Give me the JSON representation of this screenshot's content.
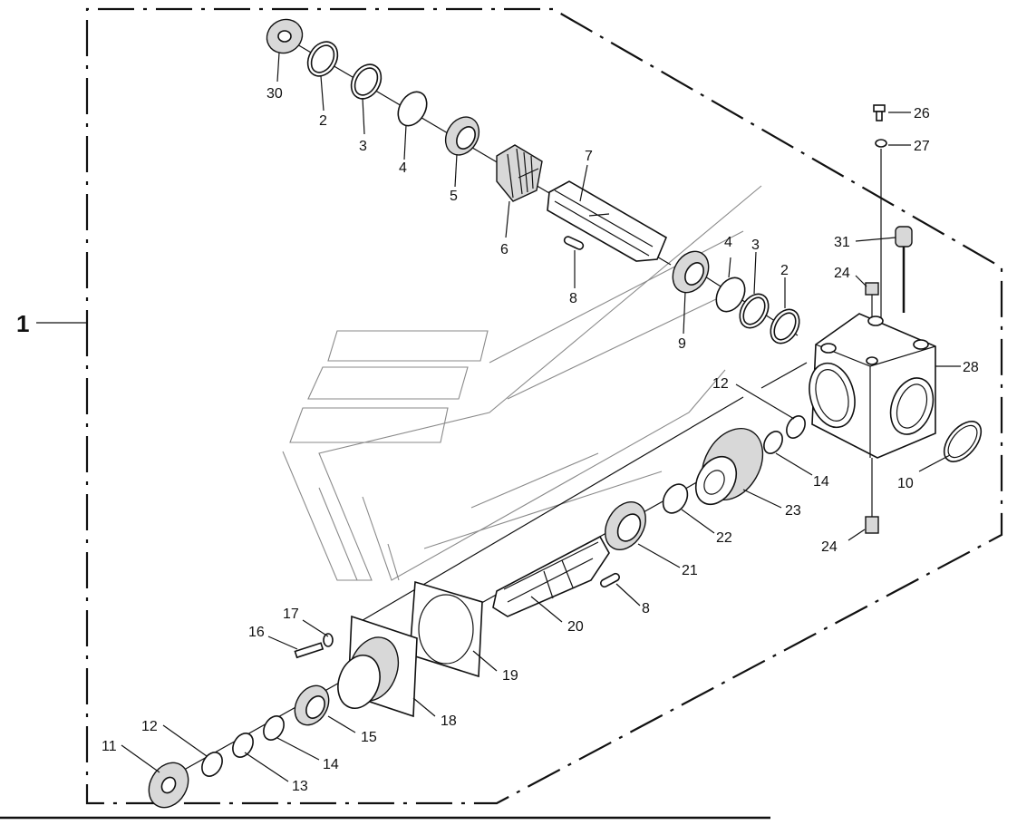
{
  "assembly": {
    "number": "1"
  },
  "callouts": [
    {
      "id": "30",
      "label": "30"
    },
    {
      "id": "2a",
      "label": "2"
    },
    {
      "id": "3a",
      "label": "3"
    },
    {
      "id": "4a",
      "label": "4"
    },
    {
      "id": "5",
      "label": "5"
    },
    {
      "id": "6",
      "label": "6"
    },
    {
      "id": "7",
      "label": "7"
    },
    {
      "id": "8a",
      "label": "8"
    },
    {
      "id": "9",
      "label": "9"
    },
    {
      "id": "4b",
      "label": "4"
    },
    {
      "id": "3b",
      "label": "3"
    },
    {
      "id": "2b",
      "label": "2"
    },
    {
      "id": "26",
      "label": "26"
    },
    {
      "id": "27",
      "label": "27"
    },
    {
      "id": "31",
      "label": "31"
    },
    {
      "id": "24a",
      "label": "24"
    },
    {
      "id": "28",
      "label": "28"
    },
    {
      "id": "12a",
      "label": "12"
    },
    {
      "id": "14a",
      "label": "14"
    },
    {
      "id": "10",
      "label": "10"
    },
    {
      "id": "23",
      "label": "23"
    },
    {
      "id": "22",
      "label": "22"
    },
    {
      "id": "24b",
      "label": "24"
    },
    {
      "id": "21",
      "label": "21"
    },
    {
      "id": "8b",
      "label": "8"
    },
    {
      "id": "20",
      "label": "20"
    },
    {
      "id": "17",
      "label": "17"
    },
    {
      "id": "16",
      "label": "16"
    },
    {
      "id": "19",
      "label": "19"
    },
    {
      "id": "18",
      "label": "18"
    },
    {
      "id": "15",
      "label": "15"
    },
    {
      "id": "12b",
      "label": "12"
    },
    {
      "id": "11",
      "label": "11"
    },
    {
      "id": "14b",
      "label": "14"
    },
    {
      "id": "13",
      "label": "13"
    }
  ]
}
